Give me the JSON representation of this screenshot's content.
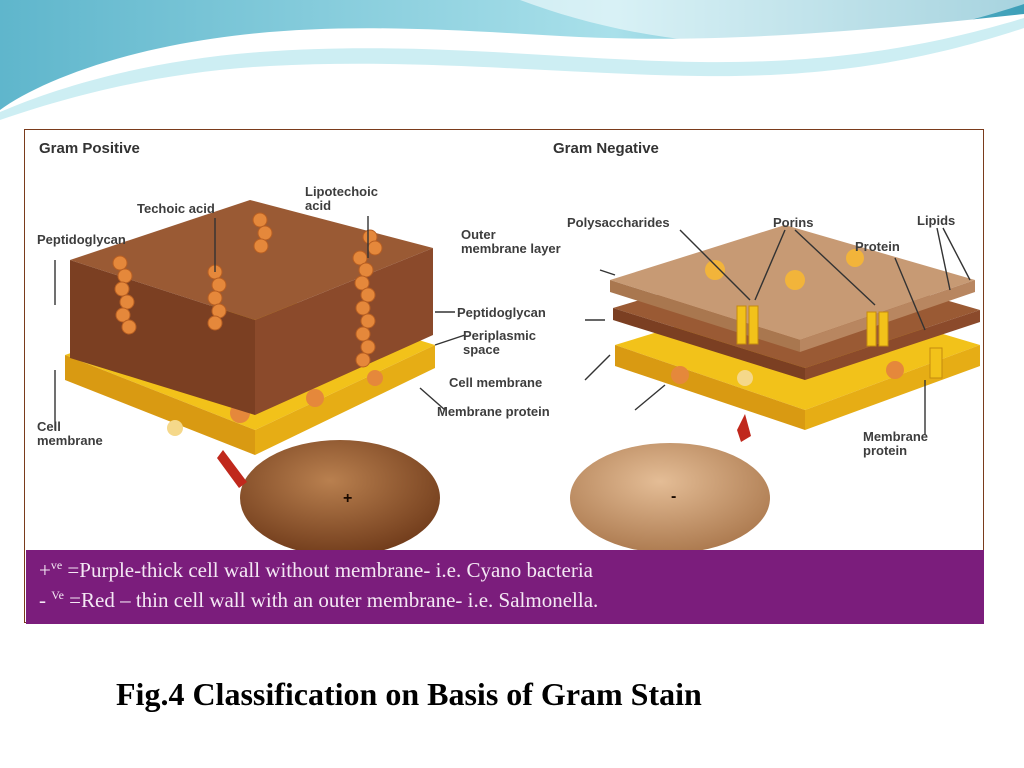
{
  "figure": {
    "gram_positive": {
      "title": "Gram Positive",
      "labels": {
        "techoic_acid": "Techoic acid",
        "lipotechoic_acid": "Lipotechoic\nacid",
        "peptidoglycan": "Peptidoglycan",
        "cell_membrane": "Cell\nmembrane"
      }
    },
    "gram_negative": {
      "title": "Gram Negative",
      "labels": {
        "outer_membrane_layer": "Outer\nmembrane layer",
        "polysaccharides": "Polysaccharides",
        "porins": "Porins",
        "lipids": "Lipids",
        "protein": "Protein",
        "membrane_protein": "Membrane\nprotein"
      }
    },
    "shared_labels": {
      "peptidoglycan": "Peptidoglycan",
      "periplasmic_space": "Periplasmic\nspace",
      "cell_membrane": "Cell membrane",
      "membrane_protein": "Membrane protein"
    },
    "cell_signs": {
      "positive": "+",
      "negative": "-"
    },
    "legend": {
      "line1_prefix": "+",
      "line1_sup": "ve",
      "line1_text": " =Purple-thick cell wall without membrane- i.e. Cyano bacteria",
      "line2_prefix": "- ",
      "line2_sup": "Ve",
      "line2_text": " =Red – thin cell wall with an outer membrane- i.e. Salmonella."
    }
  },
  "caption": "Fig.4 Classification on Basis of Gram Stain",
  "colors": {
    "frame": "#7a3b1c",
    "legend_band": "#7b1d7c",
    "wall_brown": "#8b4a2b",
    "membrane_yellow": "#f2c21a",
    "bead_orange": "#e5883b",
    "header_wave": "#8fd3e0"
  }
}
